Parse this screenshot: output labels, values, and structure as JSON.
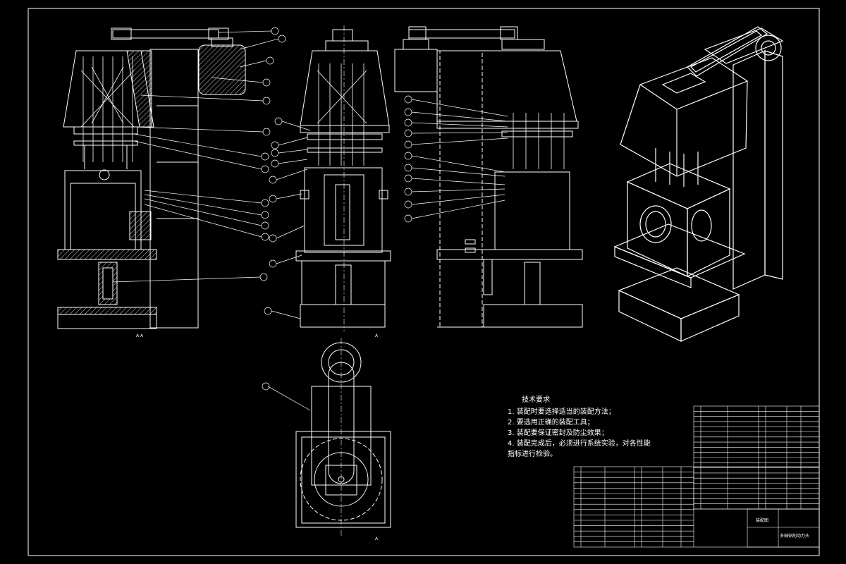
{
  "drawing": {
    "section_label": "A-A",
    "section_marker": "A",
    "notes": {
      "heading": "技术要求",
      "lines": [
        "1. 装配时要选择适当的装配方法；",
        "2. 要选用正确的装配工具；",
        "3. 装配要保证密封及防尘效果；",
        "4. 装配完成后，必须进行系统实验，对各性能",
        "   指标进行检验。"
      ]
    },
    "title_block": {
      "drawing_name": "多轴钻削动力头",
      "assembly_label": "装配图"
    },
    "colors": {
      "background": "#000000",
      "line": "#ffffff"
    }
  }
}
